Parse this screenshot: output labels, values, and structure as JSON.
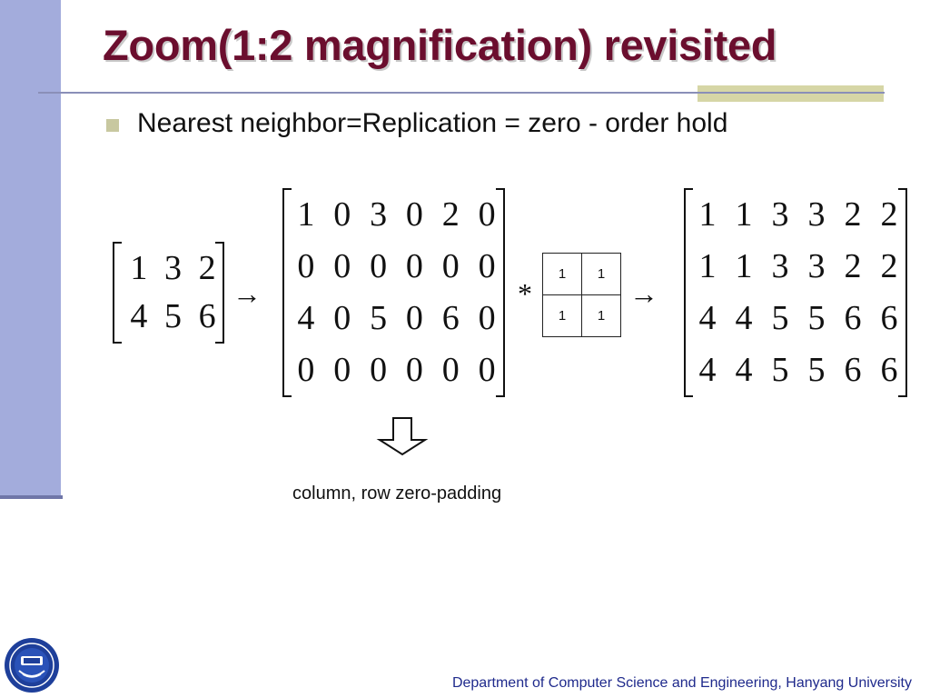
{
  "slide": {
    "title": "Zoom(1:2 magnification) revisited",
    "bullet": "Nearest neighbor=Replication = zero - order hold",
    "input_matrix": [
      [
        "1",
        "3",
        "2"
      ],
      [
        "4",
        "5",
        "6"
      ]
    ],
    "padded_matrix": [
      [
        "1",
        "0",
        "3",
        "0",
        "2",
        "0"
      ],
      [
        "0",
        "0",
        "0",
        "0",
        "0",
        "0"
      ],
      [
        "4",
        "0",
        "5",
        "0",
        "6",
        "0"
      ],
      [
        "0",
        "0",
        "0",
        "0",
        "0",
        "0"
      ]
    ],
    "kernel": [
      [
        "1",
        "1"
      ],
      [
        "1",
        "1"
      ]
    ],
    "output_matrix": [
      [
        "1",
        "1",
        "3",
        "3",
        "2",
        "2"
      ],
      [
        "1",
        "1",
        "3",
        "3",
        "2",
        "2"
      ],
      [
        "4",
        "4",
        "5",
        "5",
        "6",
        "6"
      ],
      [
        "4",
        "4",
        "5",
        "5",
        "6",
        "6"
      ]
    ],
    "arrow_symbol": "→",
    "convolution_symbol": "*",
    "caption": "column, row zero-padding",
    "footer": "Department of Computer Science and Engineering, Hanyang University"
  },
  "colors": {
    "title": "#6b0e2e",
    "left_bar": "#a3acdc",
    "accent": "#d6d6a6",
    "footer": "#1f2a8c"
  },
  "icons": {
    "logo": "hanyang-university-seal-icon",
    "down_arrow": "hollow-down-arrow-icon",
    "bullet": "square-bullet-icon"
  }
}
